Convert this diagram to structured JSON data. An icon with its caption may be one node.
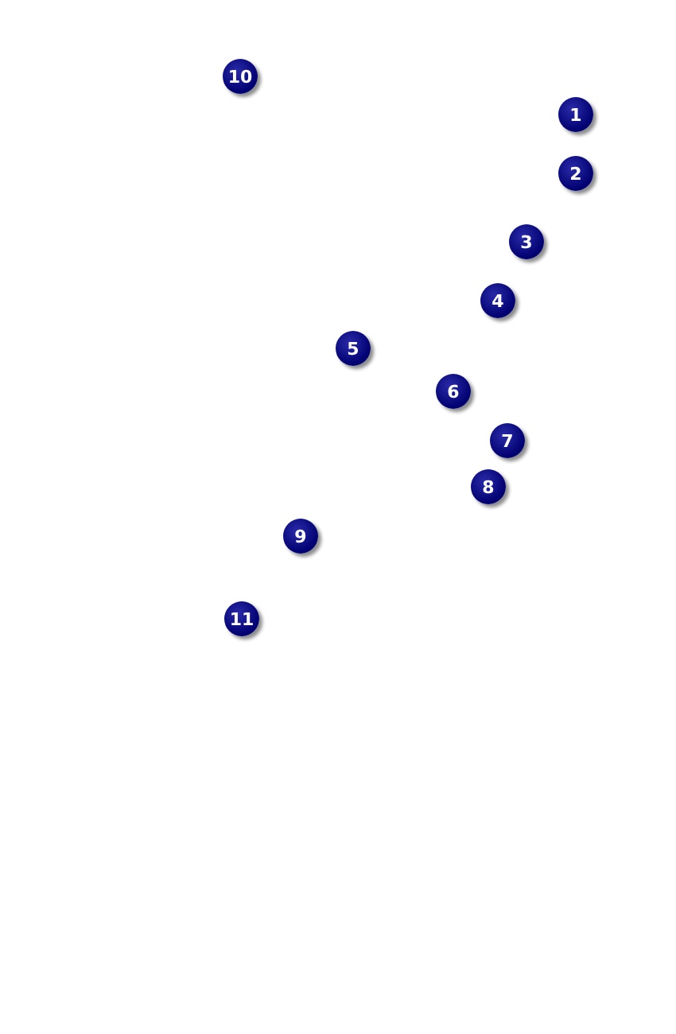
{
  "diagram": {
    "labels": [
      "10",
      "1",
      "2",
      "3",
      "4",
      "5",
      "6",
      "7",
      "8",
      "9",
      "11"
    ]
  }
}
